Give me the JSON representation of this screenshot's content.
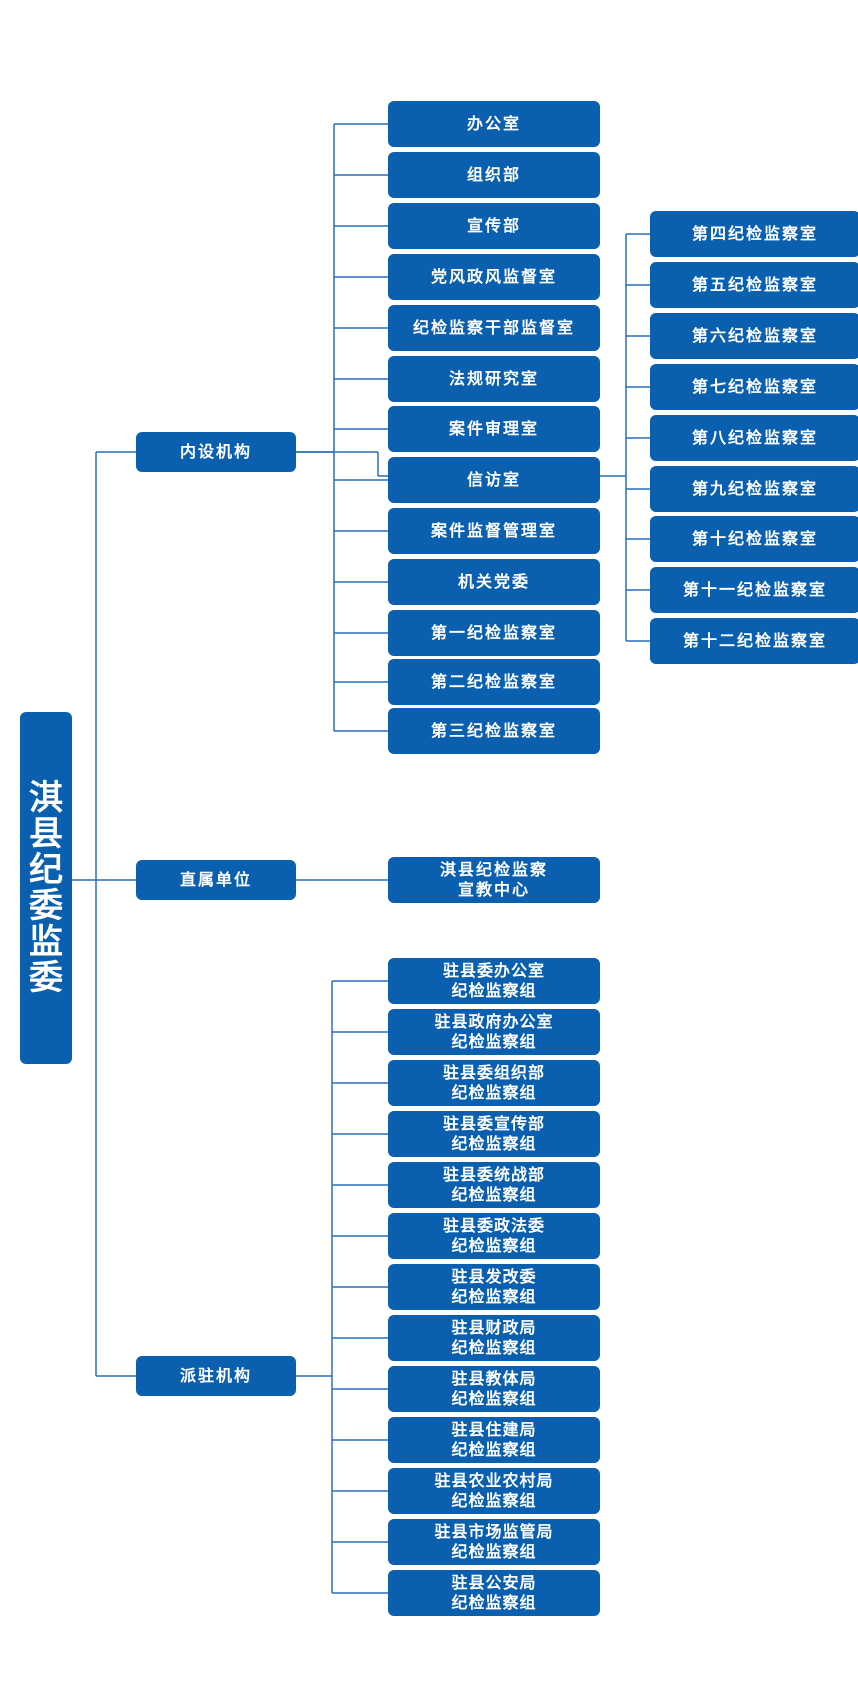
{
  "root": {
    "title": "淇县纪委监委"
  },
  "branches": {
    "internal": {
      "label": "内设机构",
      "items": [
        "办公室",
        "组织部",
        "宣传部",
        "党风政风监督室",
        "纪检监察干部监督室",
        "法规研究室",
        "案件审理室",
        "信访室",
        "案件监督管理室",
        "机关党委",
        "第一纪检监察室",
        "第二纪检监察室",
        "第三纪检监察室"
      ],
      "sub_items": [
        "第四纪检监察室",
        "第五纪检监察室",
        "第六纪检监察室",
        "第七纪检监察室",
        "第八纪检监察室",
        "第九纪检监察室",
        "第十纪检监察室",
        "第十一纪检监察室",
        "第十二纪检监察室"
      ]
    },
    "direct": {
      "label": "直属单位",
      "items": [
        "淇县纪检监察\n宣教中心"
      ]
    },
    "stationed": {
      "label": "派驻机构",
      "items": [
        "驻县委办公室\n纪检监察组",
        "驻县政府办公室\n纪检监察组",
        "驻县委组织部\n纪检监察组",
        "驻县委宣传部\n纪检监察组",
        "驻县委统战部\n纪检监察组",
        "驻县委政法委\n纪检监察组",
        "驻县发改委\n纪检监察组",
        "驻县财政局\n纪检监察组",
        "驻县教体局\n纪检监察组",
        "驻县住建局\n纪检监察组",
        "驻县农业农村局\n纪检监察组",
        "驻县市场监管局\n纪检监察组",
        "驻县公安局\n纪检监察组"
      ]
    }
  },
  "colors": {
    "box": "#0a5fae",
    "line": "#2a6fb8",
    "text": "#ffffff"
  }
}
